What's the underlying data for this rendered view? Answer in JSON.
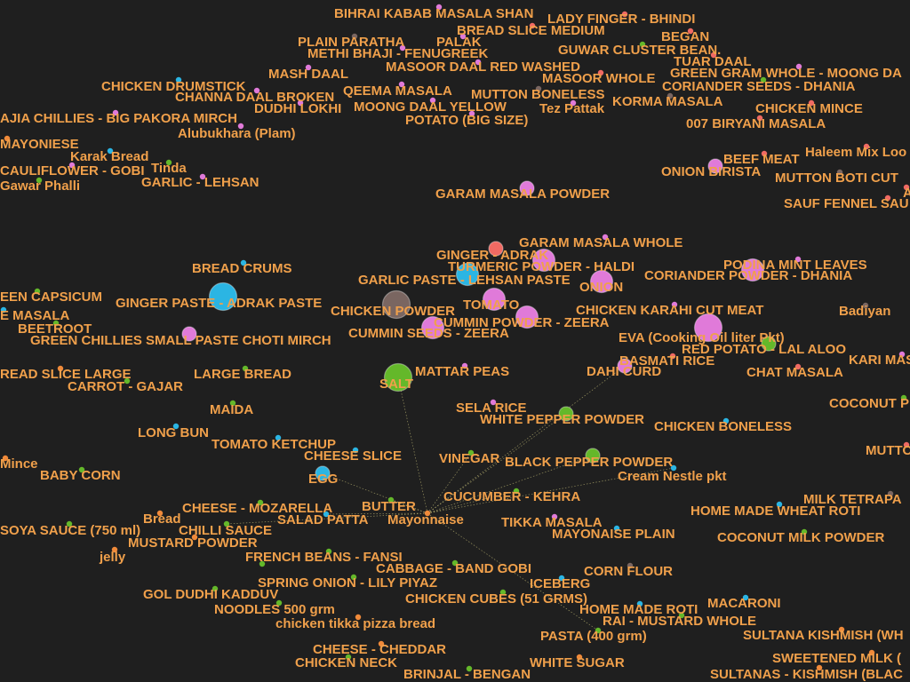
{
  "colors": {
    "background": "#1f1f1f",
    "label": "#f0a04b",
    "edge": "#c9c27a",
    "node_types": {
      "a": "#e07ad9",
      "b": "#2bb5e3",
      "c": "#64b82a",
      "d": "#7a6661",
      "e": "#f06a63",
      "f": "#f08a3a"
    }
  },
  "nodes": [
    {
      "label": "BIHRAI KABAB MASALA SHAN",
      "type": "a",
      "size": "s"
    },
    {
      "label": "LADY FINGER - BHINDI",
      "type": "e",
      "size": "s"
    },
    {
      "label": "BREAD SLICE MEDIUM",
      "type": "e",
      "size": "s"
    },
    {
      "label": "BEGAN",
      "type": "e",
      "size": "s"
    },
    {
      "label": "PLAIN PARATHA",
      "type": "d",
      "size": "s"
    },
    {
      "label": "PALAK",
      "type": "a",
      "size": "s"
    },
    {
      "label": "GUWAR CLUSTER BEAN.",
      "type": "c",
      "size": "s"
    },
    {
      "label": "METHI BHAJI - FENUGREEK",
      "type": "a",
      "size": "s"
    },
    {
      "label": "TUAR DAAL",
      "type": "e",
      "size": "s"
    },
    {
      "label": "MASOOR DAAL RED WASHED",
      "type": "a",
      "size": "s"
    },
    {
      "label": "MASH DAAL",
      "type": "a",
      "size": "s"
    },
    {
      "label": "MASOOR WHOLE",
      "type": "e",
      "size": "s"
    },
    {
      "label": "GREEN GRAM WHOLE - MOONG DA",
      "type": "a",
      "size": "s"
    },
    {
      "label": "CHICKEN DRUMSTICK",
      "type": "b",
      "size": "s"
    },
    {
      "label": "QEEMA MASALA",
      "type": "a",
      "size": "s"
    },
    {
      "label": "CORIANDER SEEDS - DHANIA",
      "type": "c",
      "size": "s"
    },
    {
      "label": "CHANNA DAAL BROKEN",
      "type": "a",
      "size": "s"
    },
    {
      "label": "MUTTON BONELESS",
      "type": "d",
      "size": "s"
    },
    {
      "label": "KORMA MASALA",
      "type": "d",
      "size": "s"
    },
    {
      "label": "DUDHI LOKHI",
      "type": "a",
      "size": "s"
    },
    {
      "label": "MOONG DAAL YELLOW",
      "type": "a",
      "size": "s"
    },
    {
      "label": "Tez Pattak",
      "type": "a",
      "size": "s"
    },
    {
      "label": "CHICKEN MINCE",
      "type": "e",
      "size": "s"
    },
    {
      "label": "AJIA CHILLIES - BIG PAKORA MIRCH",
      "type": "a",
      "size": "s"
    },
    {
      "label": "POTATO (BIG SIZE)",
      "type": "a",
      "size": "s"
    },
    {
      "label": "007 BIRYANI MASALA",
      "type": "e",
      "size": "s"
    },
    {
      "label": "Alubukhara (Plam)",
      "type": "a",
      "size": "s"
    },
    {
      "label": "MAYONIESE",
      "type": "f",
      "size": "s"
    },
    {
      "label": "Haleem Mix Loo",
      "type": "e",
      "size": "s"
    },
    {
      "label": "Karak Bread",
      "type": "b",
      "size": "s"
    },
    {
      "label": "BEEF MEAT",
      "type": "e",
      "size": "s"
    },
    {
      "label": "Tinda",
      "type": "c",
      "size": "s"
    },
    {
      "label": "CAULIFLOWER - GOBI",
      "type": "a",
      "size": "s"
    },
    {
      "label": "ONION BIRISTA",
      "type": "a",
      "size": "m"
    },
    {
      "label": "MUTTON BOTI CUT",
      "type": "d",
      "size": "s"
    },
    {
      "label": "Gawar Phalli",
      "type": "c",
      "size": "s"
    },
    {
      "label": "GARLIC - LEHSAN",
      "type": "a",
      "size": "s"
    },
    {
      "label": "SAUF FENNEL SAU",
      "type": "e",
      "size": "s"
    },
    {
      "label": "A",
      "type": "e",
      "size": "s"
    },
    {
      "label": "GARAM MASALA POWDER",
      "type": "a",
      "size": "m"
    },
    {
      "label": "GARAM MASALA WHOLE",
      "type": "a",
      "size": "s"
    },
    {
      "label": "GINGER - ADRAK",
      "type": "e",
      "size": "m"
    },
    {
      "label": "PODINA MINT LEAVES",
      "type": "a",
      "size": "s"
    },
    {
      "label": "BREAD CRUMS",
      "type": "b",
      "size": "s"
    },
    {
      "label": "TURMERIC POWDER - HALDI",
      "type": "a",
      "size": "l"
    },
    {
      "label": "GARLIC PASTE - LEHSAN PASTE",
      "type": "b",
      "size": "l"
    },
    {
      "label": "CORIANDER POWDER - DHANIA",
      "type": "a",
      "size": "l"
    },
    {
      "label": "ONION",
      "type": "a",
      "size": "l"
    },
    {
      "label": "EEN CAPSICUM",
      "type": "c",
      "size": "s"
    },
    {
      "label": "GINGER PASTE - ADRAK PASTE",
      "type": "b",
      "size": "xl"
    },
    {
      "label": "TOMATO",
      "type": "a",
      "size": "l"
    },
    {
      "label": "CHICKEN POWDER",
      "type": "d",
      "size": "xl"
    },
    {
      "label": "CHICKEN KARAHI CUT MEAT",
      "type": "a",
      "size": "s"
    },
    {
      "label": "Badiyan",
      "type": "d",
      "size": "s"
    },
    {
      "label": "E MASALA",
      "type": "b",
      "size": "s"
    },
    {
      "label": "CUMMIN POWDER - ZEERA",
      "type": "a",
      "size": "l"
    },
    {
      "label": "BEETROOT",
      "type": "c",
      "size": "s"
    },
    {
      "label": "CUMMIN SEEDS - ZEERA",
      "type": "a",
      "size": "l"
    },
    {
      "label": "EVA (Cooking Oil  liter Pkt)",
      "type": "a",
      "size": "xl"
    },
    {
      "label": "GREEN CHILLIES SMALL PASTE CHOTI MIRCH",
      "type": "a",
      "size": "m"
    },
    {
      "label": "RED POTATO - LAL ALOO",
      "type": "c",
      "size": "m"
    },
    {
      "label": "BASMATI RICE",
      "type": "e",
      "size": "s"
    },
    {
      "label": "KARI MASA",
      "type": "a",
      "size": "s"
    },
    {
      "label": "READ SLICE LARGE",
      "type": "f",
      "size": "s"
    },
    {
      "label": "LARGE BREAD",
      "type": "c",
      "size": "s"
    },
    {
      "label": "MATTAR PEAS",
      "type": "a",
      "size": "s"
    },
    {
      "label": "SALT",
      "type": "c",
      "size": "xl"
    },
    {
      "label": "DAHI CURD",
      "type": "a",
      "size": "m"
    },
    {
      "label": "CHAT MASALA",
      "type": "e",
      "size": "s"
    },
    {
      "label": "CARROT - GAJAR",
      "type": "c",
      "size": "s"
    },
    {
      "label": "COCONUT P",
      "type": "c",
      "size": "s"
    },
    {
      "label": "MAIDA",
      "type": "c",
      "size": "s"
    },
    {
      "label": "SELA RICE",
      "type": "a",
      "size": "s"
    },
    {
      "label": "WHITE PEPPER POWDER",
      "type": "c",
      "size": "m"
    },
    {
      "label": "CHICKEN BONELESS",
      "type": "b",
      "size": "s"
    },
    {
      "label": "LONG BUN",
      "type": "b",
      "size": "s"
    },
    {
      "label": "TOMATO KETCHUP",
      "type": "b",
      "size": "s"
    },
    {
      "label": "MUTTO",
      "type": "e",
      "size": "s"
    },
    {
      "label": "CHEESE SLICE",
      "type": "b",
      "size": "s"
    },
    {
      "label": "VINEGAR",
      "type": "c",
      "size": "s"
    },
    {
      "label": "BLACK PEPPER POWDER",
      "type": "c",
      "size": "m"
    },
    {
      "label": "Mince",
      "type": "f",
      "size": "s"
    },
    {
      "label": "Cream Nestle pkt",
      "type": "b",
      "size": "s"
    },
    {
      "label": "BABY CORN",
      "type": "c",
      "size": "s"
    },
    {
      "label": "EGG",
      "type": "b",
      "size": "m"
    },
    {
      "label": "CUCUMBER - KEHRA",
      "type": "c",
      "size": "s"
    },
    {
      "label": "MILK TETRAPA",
      "type": "d",
      "size": "s"
    },
    {
      "label": "CHEESE - MOZARELLA",
      "type": "c",
      "size": "s"
    },
    {
      "label": "BUTTER",
      "type": "c",
      "size": "s"
    },
    {
      "label": "HOME MADE WHEAT ROTI",
      "type": "b",
      "size": "s"
    },
    {
      "label": "Bread",
      "type": "f",
      "size": "s"
    },
    {
      "label": "SALAD PATTA",
      "type": "b",
      "size": "s"
    },
    {
      "label": "Mayonnaise",
      "type": "f",
      "size": "s"
    },
    {
      "label": "TIKKA MASALA",
      "type": "a",
      "size": "s"
    },
    {
      "label": "SOYA SAUCE (750 ml)",
      "type": "c",
      "size": "s"
    },
    {
      "label": "CHILLI SAUCE",
      "type": "c",
      "size": "s"
    },
    {
      "label": "MAYONAISE PLAIN",
      "type": "b",
      "size": "s"
    },
    {
      "label": "COCONUT MILK POWDER",
      "type": "c",
      "size": "s"
    },
    {
      "label": "MUSTARD POWDER",
      "type": "f",
      "size": "s"
    },
    {
      "label": "jelly",
      "type": "f",
      "size": "s"
    },
    {
      "label": "FRENCH BEANS - FANSI",
      "type": "c",
      "size": "s"
    },
    {
      "label": "CABBAGE - BAND GOBI",
      "type": "c",
      "size": "s"
    },
    {
      "label": "CORN FLOUR",
      "type": "d",
      "size": "s"
    },
    {
      "label": "GOL DUDHI KADDUV",
      "type": "c",
      "size": "s"
    },
    {
      "label": "SPRING ONION - LILY PIYAZ",
      "type": "c",
      "size": "s"
    },
    {
      "label": "ICEBERG",
      "type": "b",
      "size": "s"
    },
    {
      "label": "CHICKEN CUBES (51 GRMS)",
      "type": "c",
      "size": "s"
    },
    {
      "label": "MACARONI",
      "type": "b",
      "size": "s"
    },
    {
      "label": "NOODLES 500 grm",
      "type": "c",
      "size": "s"
    },
    {
      "label": "HOME MADE ROTI",
      "type": "b",
      "size": "s"
    },
    {
      "label": "RAI - MUSTARD WHOLE",
      "type": "c",
      "size": "s"
    },
    {
      "label": "chicken tikka pizza bread",
      "type": "f",
      "size": "s"
    },
    {
      "label": "PASTA (400 grm)",
      "type": "c",
      "size": "s"
    },
    {
      "label": "SULTANA KISHMISH (WH",
      "type": "f",
      "size": "s"
    },
    {
      "label": "CHEESE - CHEDDAR",
      "type": "f",
      "size": "s"
    },
    {
      "label": "SWEETENED MILK (",
      "type": "f",
      "size": "s"
    },
    {
      "label": "CHICKEN NECK",
      "type": "c",
      "size": "s"
    },
    {
      "label": "BRINJAL - BENGAN",
      "type": "c",
      "size": "s"
    },
    {
      "label": "WHITE SUGAR",
      "type": "f",
      "size": "s"
    },
    {
      "label": "SULTANAS - KISHMISH (BLAC",
      "type": "f",
      "size": "s"
    },
    {
      "label": "",
      "type": "c",
      "size": "s"
    }
  ],
  "edges": [
    [
      "Mayonnaise",
      "SALT"
    ],
    [
      "Mayonnaise",
      "VINEGAR"
    ],
    [
      "Mayonnaise",
      "BLACK PEPPER POWDER"
    ],
    [
      "Mayonnaise",
      "WHITE PEPPER POWDER"
    ],
    [
      "Mayonnaise",
      "DAHI CURD"
    ],
    [
      "Mayonnaise",
      "CUCUMBER - KEHRA"
    ],
    [
      "Mayonnaise",
      "EGG"
    ],
    [
      "Mayonnaise",
      "BUTTER"
    ],
    [
      "Mayonnaise",
      "SALAD PATTA"
    ],
    [
      "Mayonnaise",
      "CHILLI SAUCE"
    ],
    [
      "Mayonnaise",
      "PASTA (400 grm)"
    ],
    [
      "Mayonnaise",
      "Cream Nestle pkt"
    ]
  ]
}
